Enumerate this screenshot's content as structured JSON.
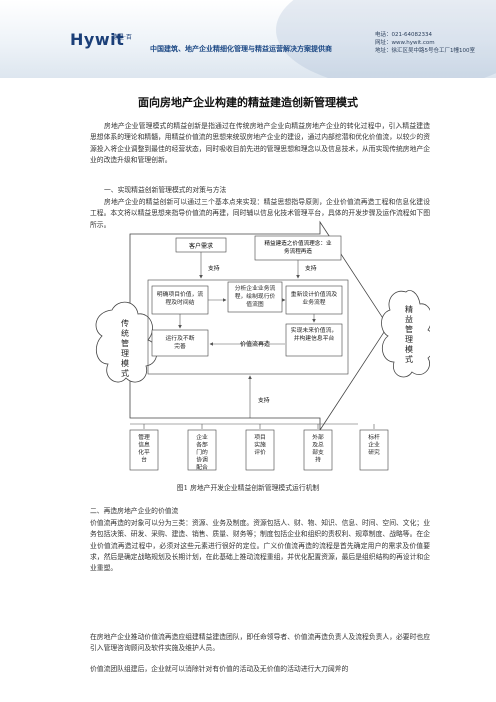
{
  "header": {
    "logo_text": "Hywit",
    "logo_sub": "德昱·百",
    "slogan": "中国建筑、地产企业精细化管理与精益运营解决方案提供商",
    "contact": [
      "电话：021-64082334",
      "网址：www.hywit.com",
      "地址：徐汇区吴中路5号仓工厂1幢100室"
    ],
    "colors": {
      "brand_blue": "#1b3f78",
      "brand_red": "#c7362e"
    }
  },
  "title": "面向房地产企业构建的精益建造创新管理模式",
  "intro": "房地产企业管理模式的精益创新是指通过在传统房地产企业向精益房地产企业的转化过程中，引入精益建造思想体系的理论和精髓，用精益价值流的思想来统驭房地产企业的建设，通过内部挖潜和优化价值流，以较少的资源投入将企业调整到最佳的经营状态，同时吸收目前先进的管理思想和理念以及信息技术，从而实现传统房地产企业的改造升级和管理创新。",
  "section1_heading": "一、实现精益创新管理模式的对策与方法",
  "section1_body": "房地产企业的精益创新可以通过三个基本点来实现：精益思想指导原则，企业价值流再造工程和信息化建设工程。本文将以精益思想来指导价值流的再建，同时辅以信息化技术管理平台，具体的开发步骤及运作流程如下图所示。",
  "figure": {
    "left_cloud": "传统管理模式",
    "right_cloud": "精益管理模式",
    "box_customer": "客户需求",
    "box_lean_idea": "精益建造之价值流理念：业务流程再造",
    "support_top": "支持",
    "support_top2": "支持",
    "box_define": "明确项目价值，流程及时间结",
    "box_analyze": "分析企业业务流程，绘制现行价值流图",
    "box_redesign": "重新设计价值流及业务流程",
    "box_operate": "运行及不断完善",
    "box_valuestream": "价值流再造",
    "box_future": "实现未来价值流，并构建信息平台",
    "support_bottom": "支持",
    "bottom_boxes": [
      "管理信息化平台",
      "企业各部门的协调配合",
      "项目实施评价",
      "外部及总部支持",
      "标杆企业研究"
    ]
  },
  "caption": "图1 房地产开发企业精益创新管理模式运行机制",
  "section2_heading": "二、再造房地产企业的价值流",
  "section2_p1": "价值流再造的对象可以分为三类：资源、业务及制度。资源包括人、财、物、知识、信息、时间、空间、文化；业务包括决策、研发、采购、建造、销售、质量、财务等；制度包括企业和组织的责权利、规章制度、战略等。在企业价值流再造过程中，必须对这些元素进行很好的定位。广义价值流再造的流程是首先确定用户的需求及价值要求，然后是确定战略规划及长期计划，在此基础上推动流程重组，并优化配置资源，最后是组织结构的再设计和企业重塑。",
  "section2_p2": "在房地产企业推动价值流再造应组建精益建造团队，即任命领导者、价值流再造负责人及流程负责人，必要时也应引入管理咨询顾问及软件实施及维护人员。",
  "section2_p3": "价值流团队组建后，企业就可以消除针对有价值的活动及无价值的活动进行大刀阔斧的"
}
